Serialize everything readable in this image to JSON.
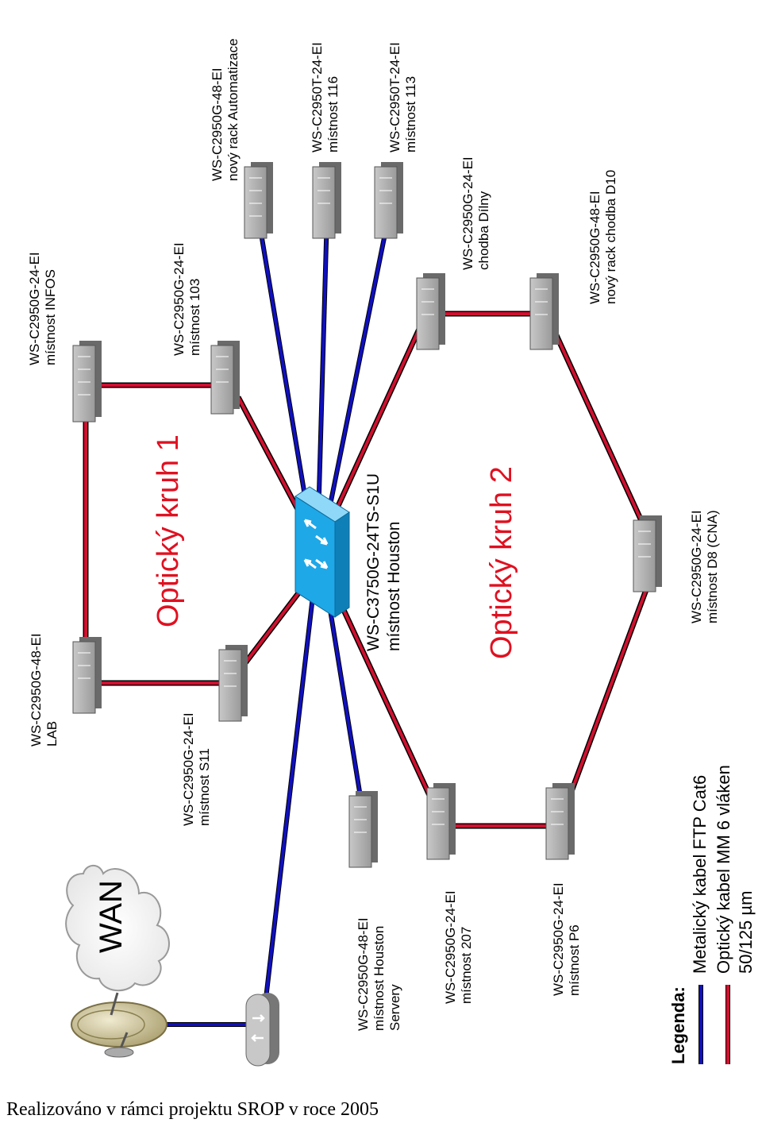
{
  "switches": {
    "core": {
      "model": "WS-C3750G-24TS-S1U",
      "location": "místnost Houston"
    },
    "infos": {
      "model": "WS-C2950G-24-EI",
      "location": "místnost INFOS"
    },
    "r103": {
      "model": "WS-C2950G-24-EI",
      "location": "místnost 103"
    },
    "automatizace": {
      "model": "WS-C2950G-48-EI",
      "location": "nový rack Automatizace"
    },
    "r116": {
      "model": "WS-C2950T-24-EI",
      "location": "místnost 116"
    },
    "r113": {
      "model": "WS-C2950T-24-EI",
      "location": "místnost 113"
    },
    "dilny": {
      "model": "WS-C2950G-24-EI",
      "location": "chodba Dílny"
    },
    "d10": {
      "model": "WS-C2950G-48-EI",
      "location": "nový rack chodba D10"
    },
    "d8": {
      "model": "WS-C2950G-24-EI",
      "location": "místnost D8 (CNA)"
    },
    "lab": {
      "model": "WS-C2950G-48-EI",
      "location": "LAB"
    },
    "s11": {
      "model": "WS-C2950G-24-EI",
      "location": "místnost S11"
    },
    "servery": {
      "model": "WS-C2950G-48-EI",
      "location": "místnost Houston",
      "location2": "Servery"
    },
    "r207": {
      "model": "WS-C2950G-24-EI",
      "location": "místnost 207"
    },
    "p6": {
      "model": "WS-C2950G-24-EI",
      "location": "místnost P6"
    }
  },
  "rings": {
    "ring1": "Optický kruh 1",
    "ring2": "Optický kruh 2"
  },
  "wan": "WAN",
  "legend": {
    "title": "Legenda:",
    "items": [
      {
        "text": "Metalický kabel FTP Cat6",
        "color": "#1010c0"
      },
      {
        "text": "Optický kabel MM 6 vláken",
        "text2": "50/125 µm",
        "color": "#d01030"
      }
    ]
  },
  "caption": "Realizováno v rámci projektu SROP v roce 2005",
  "colors": {
    "metal": "#1010c0",
    "optical": "#d01030",
    "core": "#1ea8e8"
  }
}
